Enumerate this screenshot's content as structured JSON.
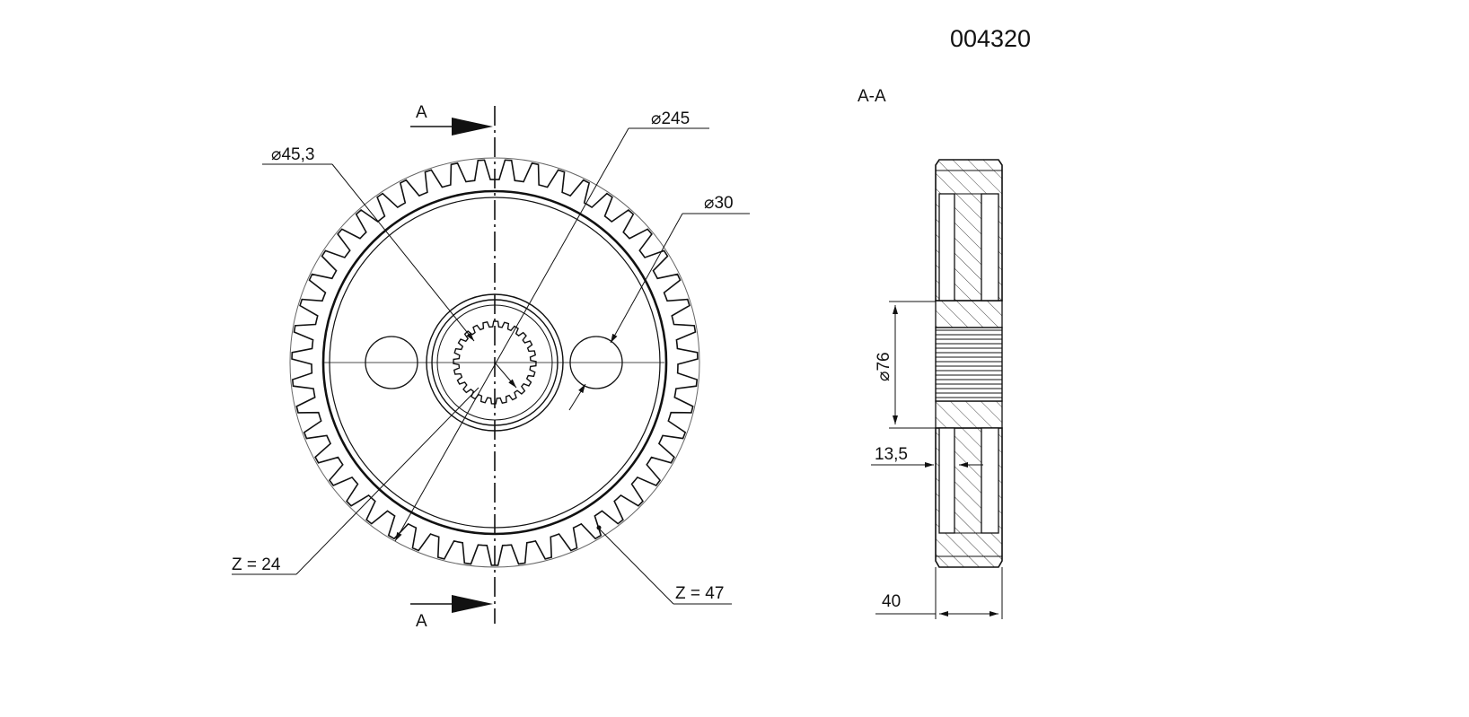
{
  "part_number": "004320",
  "section_view_label": "A-A",
  "section_mark_top": "A",
  "section_mark_bottom": "A",
  "dimensions": {
    "outer_diameter": "245",
    "bore_diameter": "45,3",
    "hole_diameter": "30",
    "hub_diameter": "76",
    "web_thickness": "13,5",
    "face_width": "40"
  },
  "diameter_symbol": "⌀",
  "notes": {
    "spline_teeth": "Z = 24",
    "gear_teeth": "Z = 47"
  }
}
